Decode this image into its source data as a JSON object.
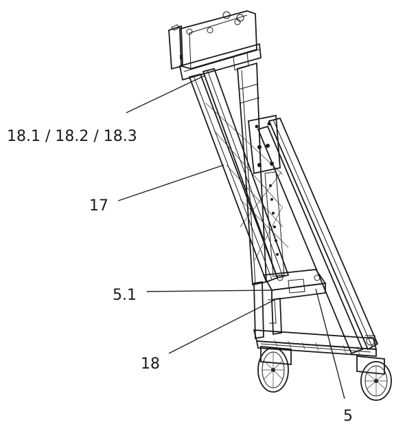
{
  "labels": {
    "ref_18_group": "18.1 / 18.2 / 18.3",
    "ref_17": "17",
    "ref_5_1": "5.1",
    "ref_18": "18",
    "ref_5": "5"
  }
}
